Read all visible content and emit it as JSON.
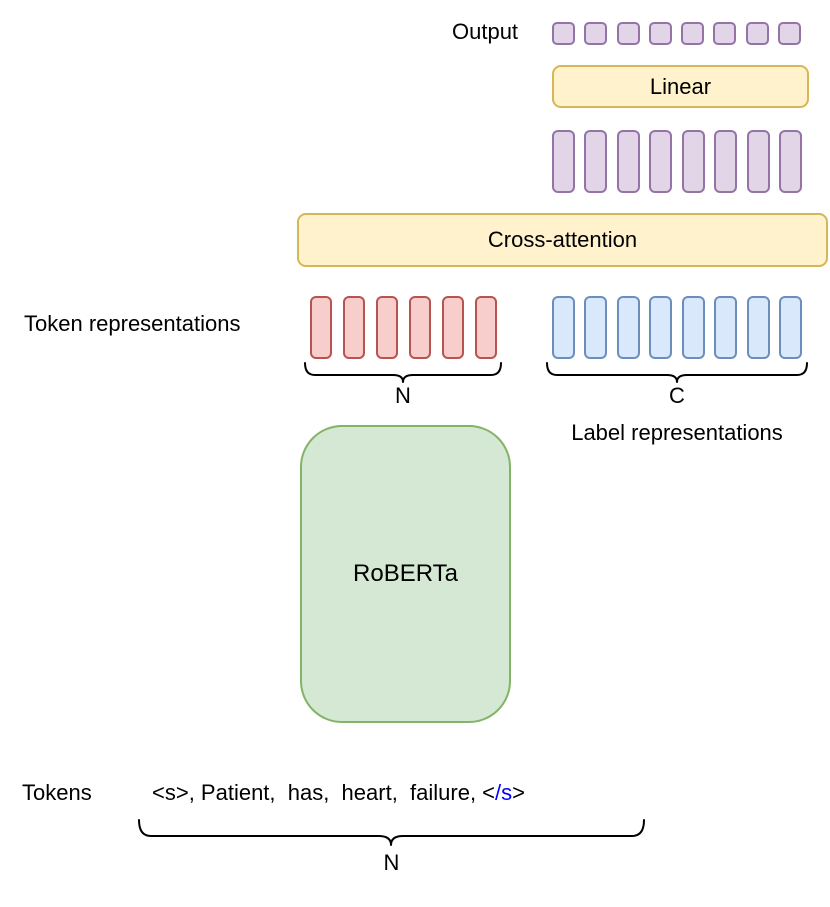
{
  "diagram": {
    "output": {
      "label": "Output",
      "cells": 8
    },
    "linear": {
      "label": "Linear"
    },
    "hidden_bars": {
      "count": 8
    },
    "cross_attention": {
      "label": "Cross-attention"
    },
    "token_representations": {
      "label": "Token representations",
      "count": 6,
      "brace_label": "N"
    },
    "label_representations": {
      "label": "Label representations",
      "count": 8,
      "brace_label": "C"
    },
    "roberta": {
      "label": "RoBERTa"
    },
    "tokens": {
      "label": "Tokens",
      "sequence_prefix": "<s>, Patient,  has,  heart,  failure, <",
      "sequence_highlight": "/s",
      "sequence_suffix": ">",
      "brace_label": "N"
    },
    "colors": {
      "purple_fill": "#E1D5E7",
      "purple_stroke": "#9673A6",
      "yellow_fill": "#FFF2CC",
      "yellow_stroke": "#D6B656",
      "red_fill": "#F8CECC",
      "red_stroke": "#B85450",
      "blue_fill": "#DAE8FC",
      "blue_stroke": "#6C8EBF",
      "green_fill": "#D5E8D4",
      "green_stroke": "#82B366",
      "highlight_blue": "#0000FF",
      "text": "#000000"
    }
  }
}
